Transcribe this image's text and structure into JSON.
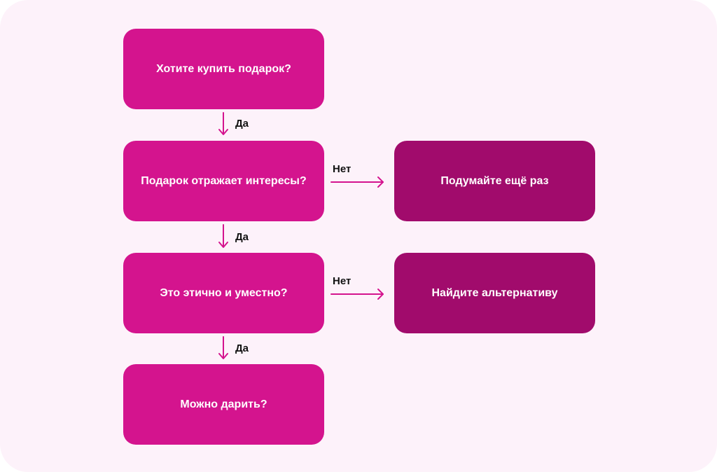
{
  "nodes": {
    "q1": "Хотите купить подарок?",
    "q2": "Подарок отражает интересы?",
    "q3": "Это этично и уместно?",
    "end": "Можно дарить?",
    "no1": "Подумайте ещё раз",
    "no2": "Найдите альтернативу"
  },
  "edges": {
    "yes1": "Да",
    "yes2": "Да",
    "yes3": "Да",
    "no1": "Нет",
    "no2": "Нет"
  },
  "colors": {
    "background": "#fdf2fa",
    "primary_box": "#d4148e",
    "secondary_box": "#a10b6c",
    "arrow": "#d4148e"
  }
}
